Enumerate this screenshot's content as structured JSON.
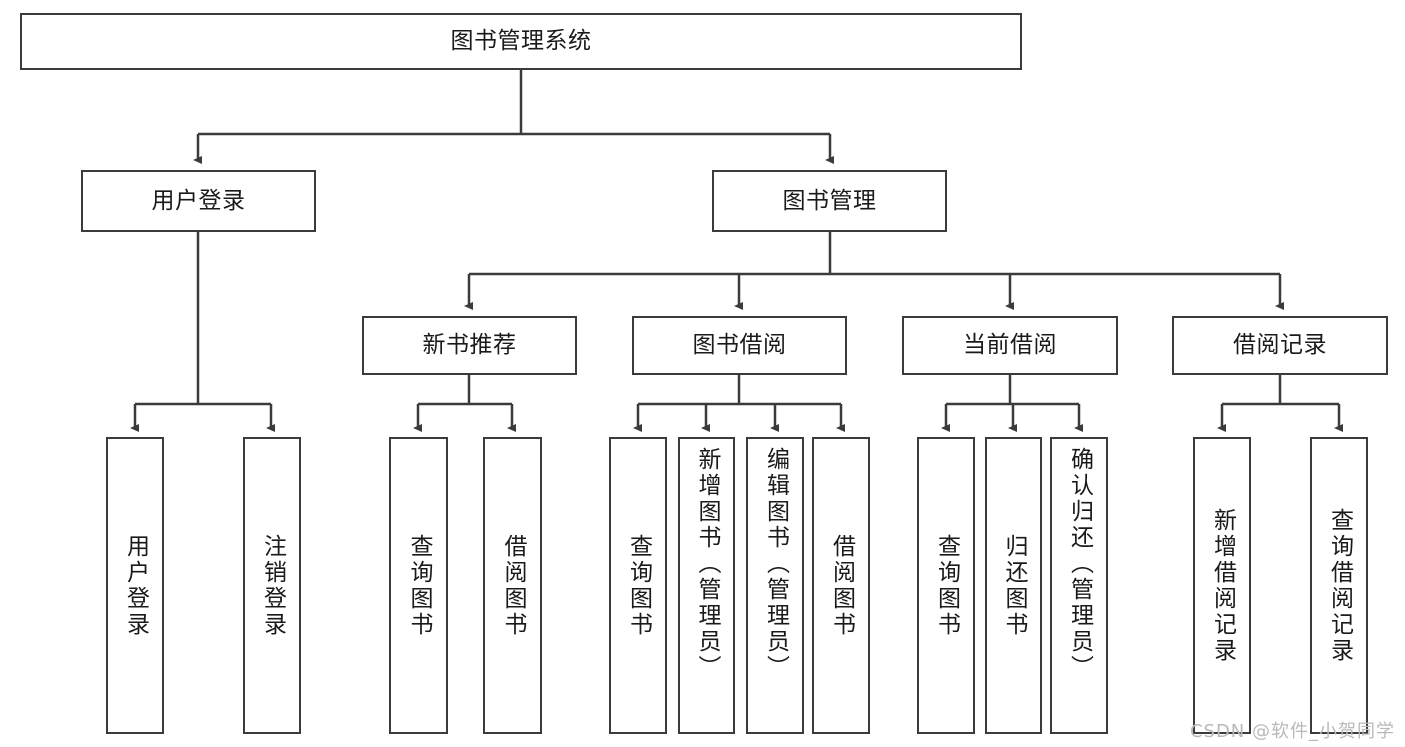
{
  "diagram": {
    "title": "图书管理系统",
    "type": "tree-hierarchy",
    "root": {
      "label": "图书管理系统"
    },
    "level2": [
      {
        "label": "用户登录"
      },
      {
        "label": "图书管理"
      }
    ],
    "level3": [
      {
        "label": "新书推荐"
      },
      {
        "label": "图书借阅"
      },
      {
        "label": "当前借阅"
      },
      {
        "label": "借阅记录"
      }
    ],
    "leaves": {
      "user_login": [
        {
          "label": "用户登录"
        },
        {
          "label": "注销登录"
        }
      ],
      "new_book_recommend": [
        {
          "label": "查询图书"
        },
        {
          "label": "借阅图书"
        }
      ],
      "book_borrow": [
        {
          "label": "查询图书"
        },
        {
          "label": "新增图书（管理员）"
        },
        {
          "label": "编辑图书（管理员）"
        },
        {
          "label": "借阅图书"
        }
      ],
      "current_borrow": [
        {
          "label": "查询图书"
        },
        {
          "label": "归还图书"
        },
        {
          "label": "确认归还（管理员）"
        }
      ],
      "borrow_record": [
        {
          "label": "新增借阅记录"
        },
        {
          "label": "查询借阅记录"
        }
      ]
    }
  },
  "watermark": {
    "text": "CSDN @软件_小贺同学"
  },
  "colors": {
    "stroke": "#3b3b3b",
    "background": "#ffffff",
    "text": "#1a1a1a",
    "watermark": "#b9b9b9"
  }
}
